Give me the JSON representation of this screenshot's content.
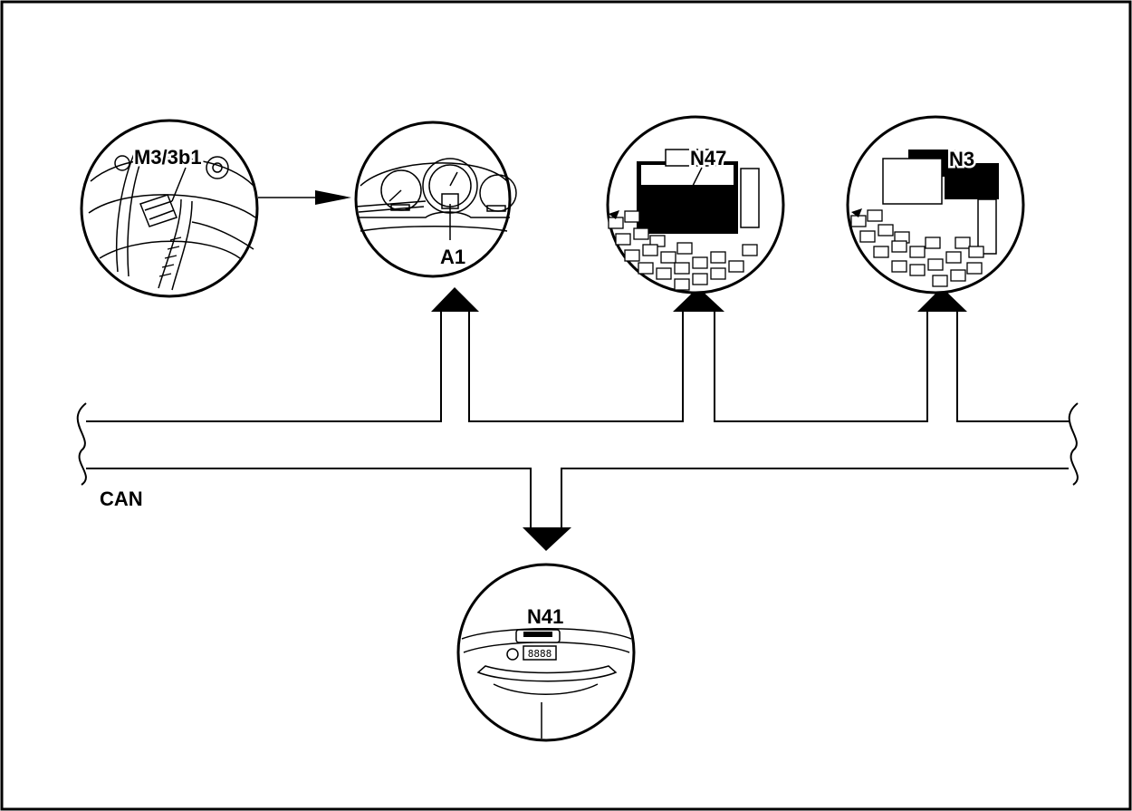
{
  "labels": {
    "m3_3b1": "M3/3b1",
    "a1": "A1",
    "n47": "N47",
    "n3": "N3",
    "can": "CAN",
    "n41": "N41"
  },
  "display_text": "8888"
}
